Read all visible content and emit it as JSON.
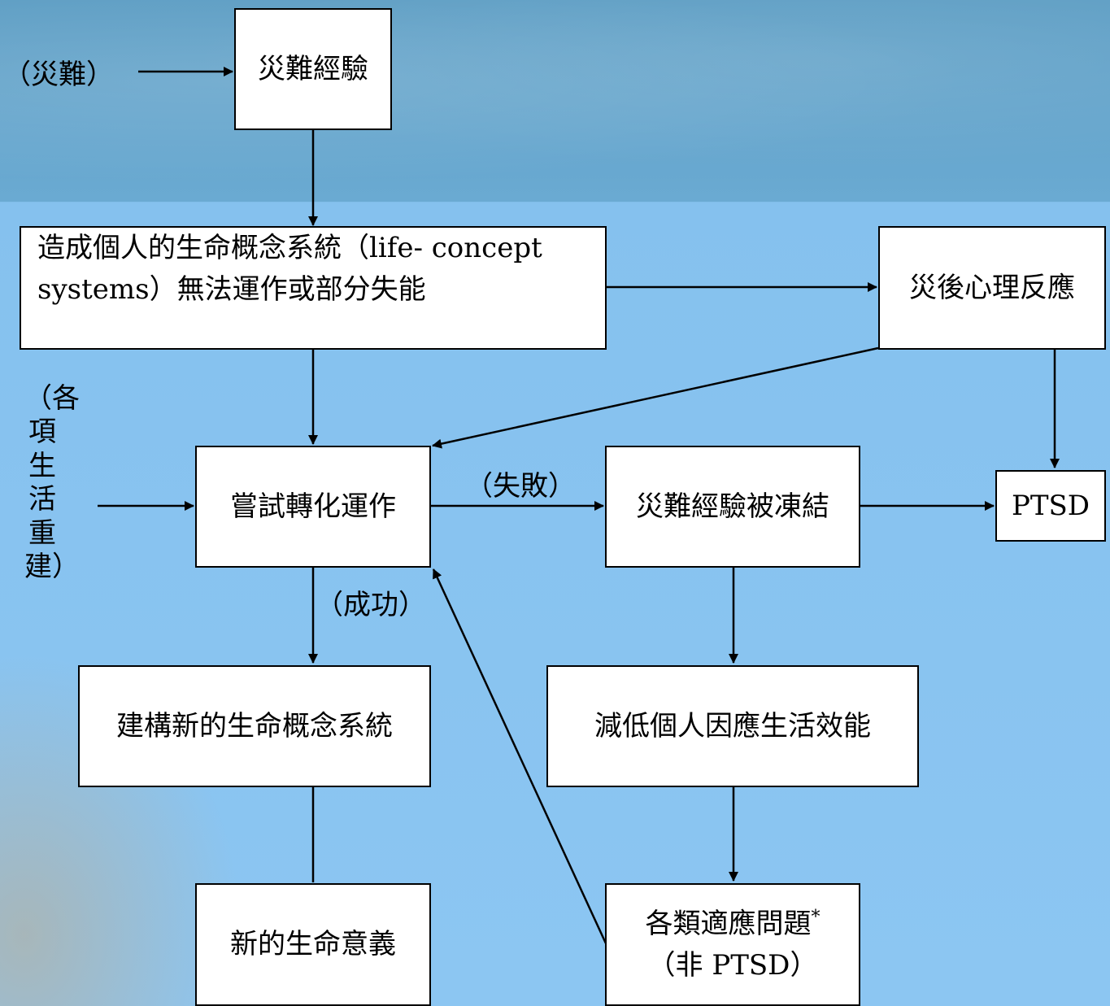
{
  "nodes": {
    "disaster_experience": "災難經驗",
    "life_concept_failure_line1": "造成個人的生命概念系統（life- concept",
    "life_concept_failure_line2": "systems）無法運作或部分失能",
    "post_disaster_reaction": "災後心理反應",
    "attempt_transform": "嘗試轉化運作",
    "experience_frozen": "災難經驗被凍結",
    "ptsd": "PTSD",
    "build_new_system": "建構新的生命概念系統",
    "reduced_coping": "減低個人因應生活效能",
    "new_meaning": "新的生命意義",
    "adaptation_problems_line1": "各類適應問題",
    "adaptation_problems_mark": "*",
    "adaptation_problems_line2": "（非 PTSD）"
  },
  "labels": {
    "disaster_input": "（災難）",
    "failure": "（失敗）",
    "success": "（成功）",
    "reconstruction": "（各項生活重建）"
  }
}
